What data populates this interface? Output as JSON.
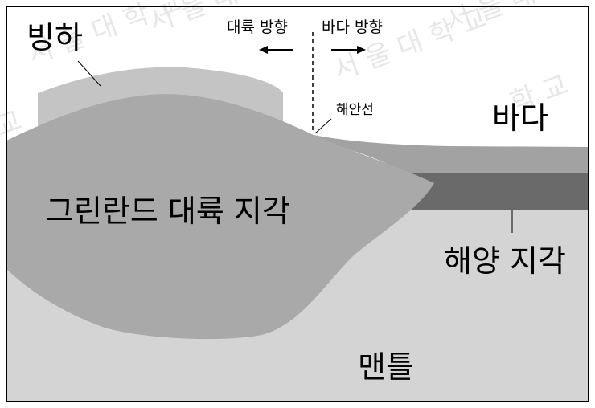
{
  "labels": {
    "glacier": "빙하",
    "to_continent": "대륙 방향",
    "to_sea": "바다 방향",
    "coastline": "해안선",
    "sea": "바다",
    "continental_crust": "그린란드 대륙 지각",
    "oceanic_crust": "해양 지각",
    "mantle": "맨틀"
  },
  "colors": {
    "mantle": "#d4d4d4",
    "continent": "#a9a9a9",
    "glacier": "#c4c4c4",
    "sea": "#a2a2a2",
    "ocean_crust": "#6a6a6a",
    "frame": "#000000"
  },
  "icons": {
    "left_arrow": "arrow-left-icon",
    "right_arrow": "arrow-right-icon"
  }
}
